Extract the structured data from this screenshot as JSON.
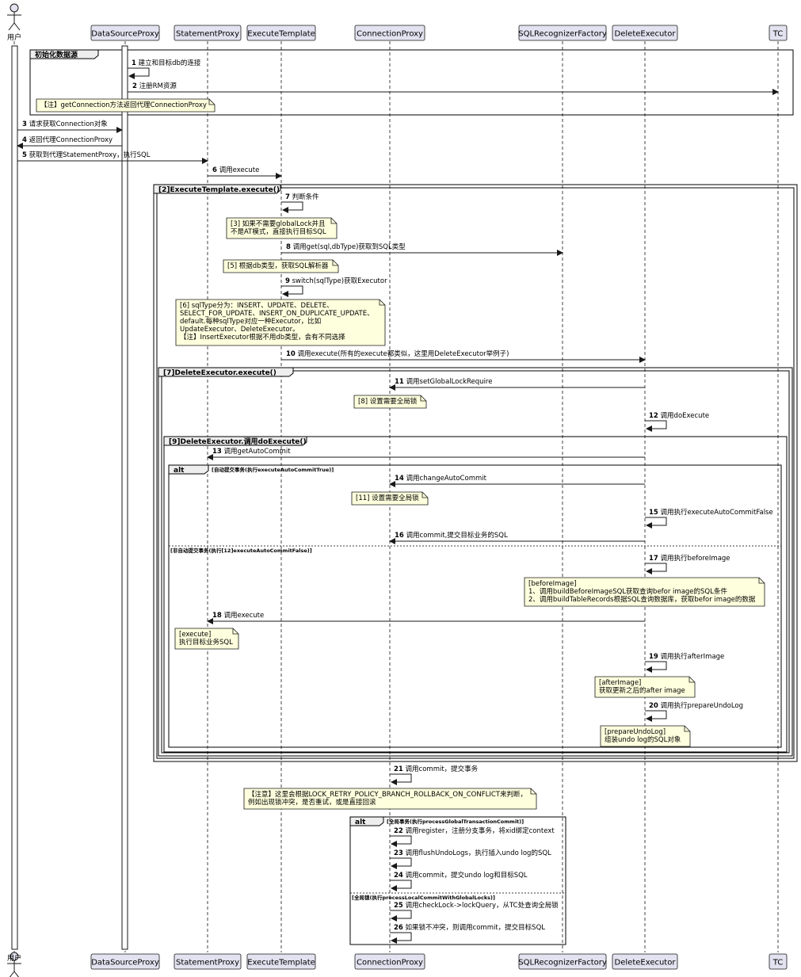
{
  "participants": [
    {
      "label": "用户",
      "kind": "actor"
    },
    {
      "label": "DataSourceProxy",
      "kind": "box"
    },
    {
      "label": "StatementProxy",
      "kind": "box"
    },
    {
      "label": "ExecuteTemplate",
      "kind": "box"
    },
    {
      "label": "ConnectionProxy",
      "kind": "box"
    },
    {
      "label": "SQLRecognizerFactory",
      "kind": "box"
    },
    {
      "label": "DeleteExecutor",
      "kind": "box"
    },
    {
      "label": "TC",
      "kind": "box"
    }
  ],
  "frames": [
    {
      "title": "初始化数据源"
    },
    {
      "title": "[2]ExecuteTemplate.execute()"
    },
    {
      "title": "[7]DeleteExecutor.execute()"
    },
    {
      "title": "[9]DeleteExecutor.调用doExecute()"
    },
    {
      "title": "alt",
      "guard": "[自动提交事务(执行executeAutoCommitTrue)]",
      "else_guard": "[非自动提交事务(执行[12]executeAutoCommitFalse)]"
    },
    {
      "title": "alt",
      "guard": "[全局事务(执行processGlobalTransactionCommit)]",
      "else_guard": "[全局锁(执行processLocalCommitWithGlobalLocks)]"
    }
  ],
  "messages": [
    {
      "num": "1",
      "text": "建立和目标db的连接"
    },
    {
      "num": "2",
      "text": "注册RM资源"
    },
    {
      "num": "3",
      "text": "请求获取Connection对象"
    },
    {
      "num": "4",
      "text": "返回代理ConnectionProxy"
    },
    {
      "num": "5",
      "text": "获取到代理StatementProxy，执行SQL"
    },
    {
      "num": "6",
      "text": "调用execute"
    },
    {
      "num": "7",
      "text": "判断条件"
    },
    {
      "num": "8",
      "text": "调用get(sql,dbType)获取到SQL类型"
    },
    {
      "num": "9",
      "text": "switch(sqlType)获取Executor"
    },
    {
      "num": "10",
      "text": "调用execute(所有的execute都类似，这里用DeleteExecutor举例子)"
    },
    {
      "num": "11",
      "text": "调用setGlobalLockRequire"
    },
    {
      "num": "12",
      "text": "调用doExecute"
    },
    {
      "num": "13",
      "text": "调用getAutoCommit"
    },
    {
      "num": "14",
      "text": "调用changeAutoCommit"
    },
    {
      "num": "15",
      "text": "调用执行executeAutoCommitFalse"
    },
    {
      "num": "16",
      "text": "调用commit,提交目标业务的SQL"
    },
    {
      "num": "17",
      "text": "调用执行beforeImage"
    },
    {
      "num": "18",
      "text": "调用execute"
    },
    {
      "num": "19",
      "text": "调用执行afterImage"
    },
    {
      "num": "20",
      "text": "调用执行prepareUndoLog"
    },
    {
      "num": "21",
      "text": "调用commit，提交事务"
    },
    {
      "num": "22",
      "text": "调用register，注册分支事务，将xid绑定context"
    },
    {
      "num": "23",
      "text": "调用flushUndoLogs，执行插入undo log的SQL"
    },
    {
      "num": "24",
      "text": "调用commit，提交undo log和目标SQL"
    },
    {
      "num": "25",
      "text": "调用checkLock->lockQuery，从TC处查询全局锁"
    },
    {
      "num": "26",
      "text": "如果锁不冲突，则调用commit，提交目标SQL"
    }
  ],
  "notes": [
    {
      "lines": [
        "【注】getConnection方法返回代理ConnectionProxy"
      ]
    },
    {
      "lines": [
        "[3] 如果不需要globalLock并且",
        "不是AT模式，直接执行目标SQL"
      ]
    },
    {
      "lines": [
        "[5] 根据db类型，获取SQL解析器"
      ]
    },
    {
      "lines": [
        "[6] sqlType分为：INSERT、UPDATE、DELETE、",
        "SELECT_FOR_UPDATE、INSERT_ON_DUPLICATE_UPDATE、",
        "default.每种sqlType对应一种Executor，比如",
        "UpdateExecutor、DeleteExecutor。",
        "【注】InsertExecutor根据不用db类型，会有不同选择"
      ]
    },
    {
      "lines": [
        "[8] 设置需要全局锁"
      ]
    },
    {
      "lines": [
        "[11] 设置需要全局锁"
      ]
    },
    {
      "lines": [
        "[beforeImage]",
        "1、调用buildBeforeImageSQL获取查询befor image的SQL条件",
        "2、调用buildTableRecords根据SQL查询数据库，获取befor image的数据"
      ]
    },
    {
      "lines": [
        "[execute]",
        "执行目标业务SQL"
      ]
    },
    {
      "lines": [
        "[afterImage]",
        "获取更新之后的after image"
      ]
    },
    {
      "lines": [
        "[prepareUndoLog]",
        "组装undo log的SQL对象"
      ]
    },
    {
      "lines": [
        "【注意】这里会根据LOCK_RETRY_POLICY_BRANCH_ROLLBACK_ON_CONFLICT来判断，",
        "例如出现锁冲突，是否重试，或是直接回滚"
      ]
    }
  ],
  "colors": {
    "participant_fill": "#E2E2F0",
    "participant_border": "#181818",
    "note_fill": "#FEFFDD",
    "note_border": "#181818",
    "lifeline": "#181818",
    "arrow": "#181818"
  }
}
